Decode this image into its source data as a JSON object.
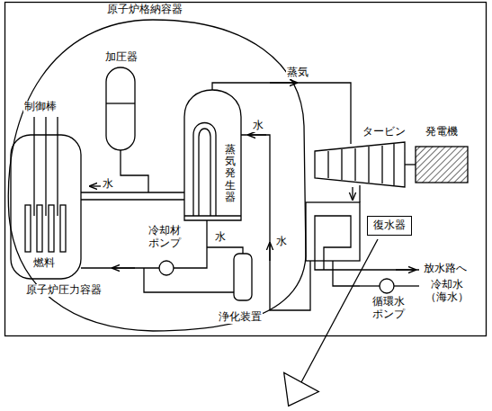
{
  "diagram": {
    "nodes": [
      {
        "text": [
          "復水器"
        ]
      }
    ],
    "labels": [
      "原子炉格納容器",
      "加圧器",
      "蒸気",
      "制御棒",
      "水",
      "タービン",
      "発電機",
      "蒸気発生器",
      "水",
      "水",
      "冷却材 ポンプ",
      "水",
      "燃料",
      "原子炉圧力容器",
      "放水路へ",
      "冷却水 （海水）",
      "循環水 ポンプ",
      "浄化装置"
    ]
  }
}
